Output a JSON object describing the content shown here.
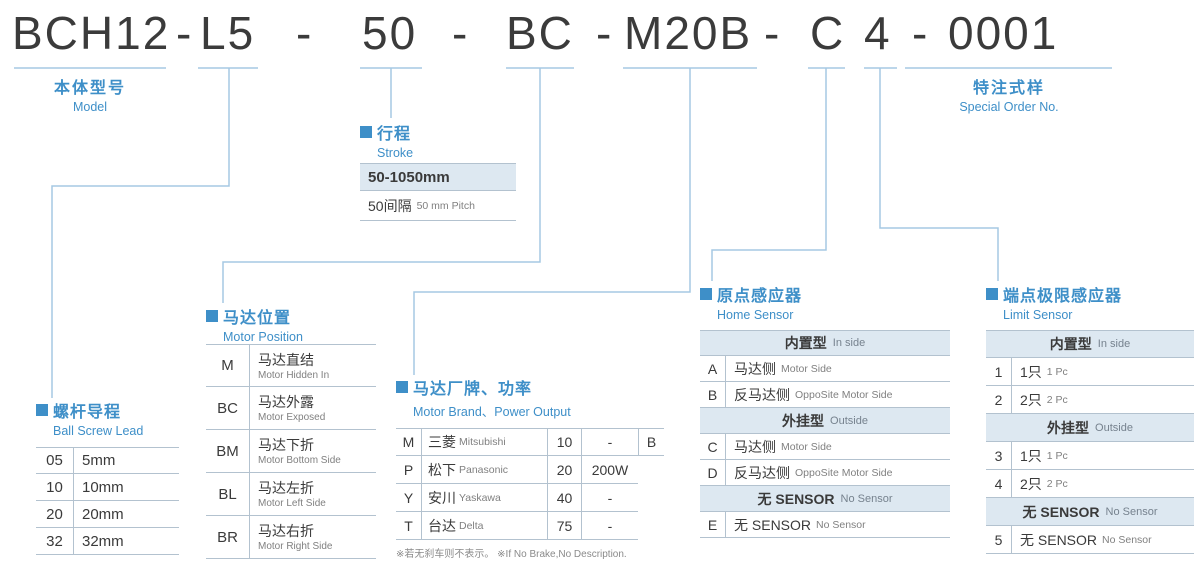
{
  "colors": {
    "accent": "#3e8fc8",
    "connector": "#a5c9e3",
    "table_border": "#b3c2cf",
    "shade": "#dde8f1",
    "code_text": "#3b3b3b"
  },
  "model_code": {
    "segments": [
      "BCH12",
      "L5",
      "50",
      "BC",
      "M20B",
      "C",
      "4",
      "0001"
    ],
    "dash": "-"
  },
  "model_section": {
    "zh": "本体型号",
    "en": "Model"
  },
  "special_section": {
    "zh": "特注式样",
    "en": "Special Order No."
  },
  "stroke": {
    "title_zh": "行程",
    "title_en": "Stroke",
    "range": "50-1050mm",
    "pitch_zh": "50间隔",
    "pitch_en": "50 mm Pitch"
  },
  "lead": {
    "title_zh": "螺杆导程",
    "title_en": "Ball Screw Lead",
    "rows": [
      {
        "code": "05",
        "value": "5mm"
      },
      {
        "code": "10",
        "value": "10mm"
      },
      {
        "code": "20",
        "value": "20mm"
      },
      {
        "code": "32",
        "value": "32mm"
      }
    ]
  },
  "motor_position": {
    "title_zh": "马达位置",
    "title_en": "Motor Position",
    "rows": [
      {
        "code": "M",
        "zh": "马达直结",
        "en": "Motor Hidden In"
      },
      {
        "code": "BC",
        "zh": "马达外露",
        "en": "Motor Exposed"
      },
      {
        "code": "BM",
        "zh": "马达下折",
        "en": "Motor Bottom Side"
      },
      {
        "code": "BL",
        "zh": "马达左折",
        "en": "Motor Left Side"
      },
      {
        "code": "BR",
        "zh": "马达右折",
        "en": "Motor Right Side"
      }
    ]
  },
  "motor_brand": {
    "title_zh": "马达厂牌、功率",
    "title_en": "Motor Brand、Power Output",
    "rows": [
      {
        "code": "M",
        "brand_zh": "三菱",
        "brand_en": "Mitsubishi",
        "power_code": "10",
        "power": "-",
        "brake": "B"
      },
      {
        "code": "P",
        "brand_zh": "松下",
        "brand_en": "Panasonic",
        "power_code": "20",
        "power": "200W",
        "brake": ""
      },
      {
        "code": "Y",
        "brand_zh": "安川",
        "brand_en": "Yaskawa",
        "power_code": "40",
        "power": "-",
        "brake": ""
      },
      {
        "code": "T",
        "brand_zh": "台达",
        "brand_en": "Delta",
        "power_code": "75",
        "power": "-",
        "brake": ""
      }
    ],
    "note_zh": "※若无刹车则不表示。",
    "note_en": "※If No Brake,No Description."
  },
  "home_sensor": {
    "title_zh": "原点感应器",
    "title_en": "Home Sensor",
    "rows": [
      {
        "type": "header",
        "zh": "内置型",
        "en": "In side"
      },
      {
        "type": "data",
        "code": "A",
        "zh": "马达侧",
        "en": "Motor Side"
      },
      {
        "type": "data",
        "code": "B",
        "zh": "反马达侧",
        "en": "OppoSite Motor Side"
      },
      {
        "type": "header",
        "zh": "外挂型",
        "en": "Outside"
      },
      {
        "type": "data",
        "code": "C",
        "zh": "马达侧",
        "en": "Motor Side"
      },
      {
        "type": "data",
        "code": "D",
        "zh": "反马达侧",
        "en": "OppoSite Motor Side"
      },
      {
        "type": "header",
        "zh": "无 SENSOR",
        "en": "No Sensor"
      },
      {
        "type": "data",
        "code": "E",
        "zh": "无 SENSOR",
        "en": "No Sensor"
      }
    ]
  },
  "limit_sensor": {
    "title_zh": "端点极限感应器",
    "title_en": "Limit Sensor",
    "rows": [
      {
        "type": "header",
        "zh": "内置型",
        "en": "In side"
      },
      {
        "type": "data",
        "code": "1",
        "zh": "1只",
        "en": "1 Pc"
      },
      {
        "type": "data",
        "code": "2",
        "zh": "2只",
        "en": "2 Pc"
      },
      {
        "type": "header",
        "zh": "外挂型",
        "en": "Outside"
      },
      {
        "type": "data",
        "code": "3",
        "zh": "1只",
        "en": "1 Pc"
      },
      {
        "type": "data",
        "code": "4",
        "zh": "2只",
        "en": "2 Pc"
      },
      {
        "type": "header",
        "zh": "无 SENSOR",
        "en": "No Sensor"
      },
      {
        "type": "data",
        "code": "5",
        "zh": "无 SENSOR",
        "en": "No Sensor"
      }
    ]
  }
}
